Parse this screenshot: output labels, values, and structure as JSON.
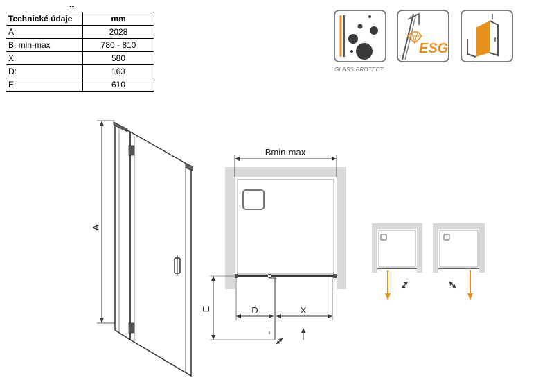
{
  "table": {
    "header": [
      "Technické údaje",
      "mm"
    ],
    "rows": [
      {
        "label": "A:",
        "value": "2028"
      },
      {
        "label": "B: min-max",
        "value": "780 - 810"
      },
      {
        "label": "X:",
        "value": "580"
      },
      {
        "label": "D:",
        "value": "163"
      },
      {
        "label": "E:",
        "value": "610"
      }
    ]
  },
  "badges": {
    "glass_protect": {
      "caption": "GLASS PROTECT"
    },
    "esg": {
      "caption": "ESG"
    },
    "door": {
      "caption": ""
    }
  },
  "diagram": {
    "height_label": "A",
    "width_label": "Bmin-max",
    "d_label": "D",
    "x_label": "X",
    "e_label": "E"
  },
  "colors": {
    "badge_border": "#7a7a7a",
    "orange": "#e8901e",
    "wall_gray": "#d9d9d9",
    "line_dark": "#333333"
  }
}
